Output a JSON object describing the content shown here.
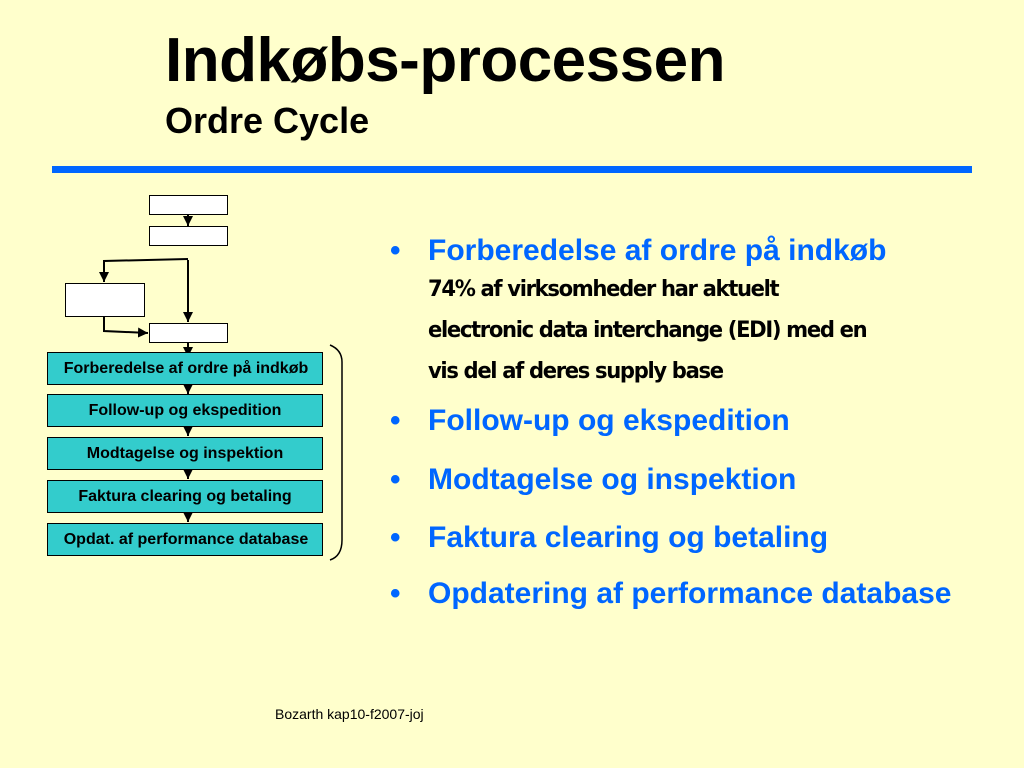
{
  "header": {
    "title": "Indkøbs-processen",
    "subtitle": "Ordre Cycle"
  },
  "diagram": {
    "steps": [
      "Forberedelse af ordre på indkøb",
      "Follow-up og ekspedition",
      "Modtagelse og inspektion",
      "Faktura clearing og betaling",
      "Opdat. af performance database"
    ],
    "colors": {
      "step_fill": "#33cccc",
      "empty_fill": "#ffffff"
    }
  },
  "bullets": [
    {
      "label": "Forberedelse af ordre på indkøb",
      "sub_lines": [
        "74% af virksomheder har aktuelt",
        "electronic data interchange (EDI) med en",
        "vis del af deres supply base"
      ]
    },
    {
      "label": "Follow-up og ekspedition"
    },
    {
      "label": "Modtagelse og inspektion"
    },
    {
      "label": "Faktura clearing og betaling"
    },
    {
      "label": "Opdatering af performance database"
    }
  ],
  "footer": {
    "text": "Bozarth kap10-f2007-joj"
  },
  "colors": {
    "background": "#ffffcc",
    "accent": "#0066ff"
  }
}
